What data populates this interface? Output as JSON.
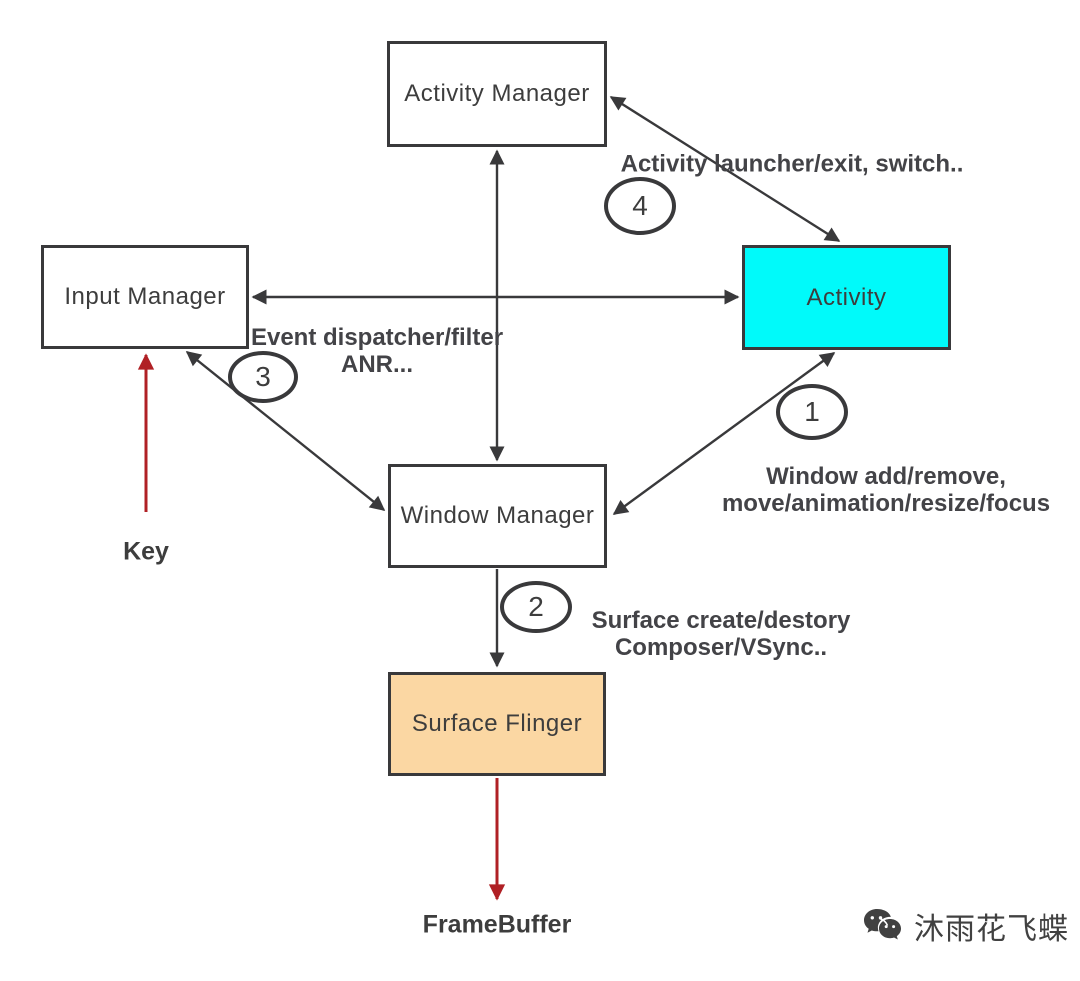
{
  "nodes": {
    "activity_manager": {
      "label": "Activity Manager",
      "fill": "#ffffff"
    },
    "input_manager": {
      "label": "Input Manager",
      "fill": "#ffffff"
    },
    "activity": {
      "label": "Activity",
      "fill": "#00fafa"
    },
    "window_manager": {
      "label": "Window Manager",
      "fill": "#ffffff"
    },
    "surface_flinger": {
      "label": "Surface Flinger",
      "fill": "#fbd7a3"
    }
  },
  "steps": {
    "s1": {
      "num": "1",
      "line1": "Window add/remove,",
      "line2": "move/animation/resize/focus"
    },
    "s2": {
      "num": "2",
      "line1": "Surface create/destory",
      "line2": "Composer/VSync.."
    },
    "s3": {
      "num": "3",
      "line1": "Event dispatcher/filter",
      "line2": "ANR..."
    },
    "s4": {
      "num": "4",
      "line1": "Activity launcher/exit, switch.."
    }
  },
  "endpoints": {
    "key": "Key",
    "framebuffer": "FrameBuffer"
  },
  "watermark": {
    "text": "沐雨花飞蝶",
    "icon": "wechat-logo"
  },
  "colors": {
    "line": "#39393b",
    "red_arrow": "#b02025",
    "activity_fill": "#00fafa",
    "surface_flinger_fill": "#fbd7a3"
  }
}
